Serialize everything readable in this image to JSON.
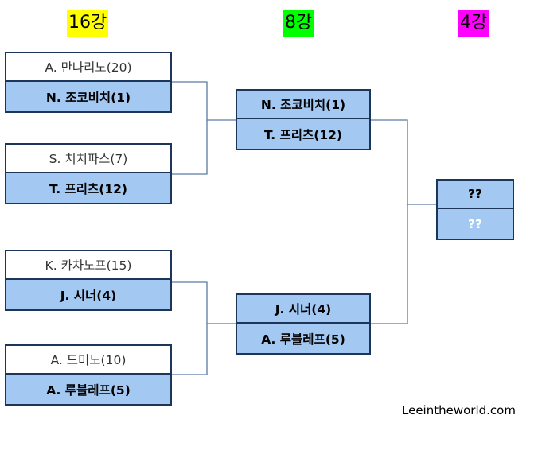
{
  "rounds": {
    "r16": {
      "label": "16강",
      "color": "#ffff00"
    },
    "r8": {
      "label": "8강",
      "color": "#00ff00"
    },
    "r4": {
      "label": "4강",
      "color": "#ff00ff"
    }
  },
  "round_of_16": [
    {
      "top": "A. 만나리노(20)",
      "bottom": "N. 조코비치(1)"
    },
    {
      "top": "S. 치치파스(7)",
      "bottom": "T. 프리츠(12)"
    },
    {
      "top": "K. 카차노프(15)",
      "bottom": "J. 시너(4)"
    },
    {
      "top": "A. 드미노(10)",
      "bottom": "A. 루블레프(5)"
    }
  ],
  "quarterfinals": [
    {
      "top": "N. 조코비치(1)",
      "bottom": "T. 프리츠(12)"
    },
    {
      "top": "J. 시너(4)",
      "bottom": "A. 루블레프(5)"
    }
  ],
  "semifinal": {
    "top": "??",
    "bottom": "??"
  },
  "watermark": "Leeintheworld.com",
  "colors": {
    "box_border": "#1c3558",
    "slot_fill": "#a3c8f1",
    "connector": "#5a7aa5"
  }
}
